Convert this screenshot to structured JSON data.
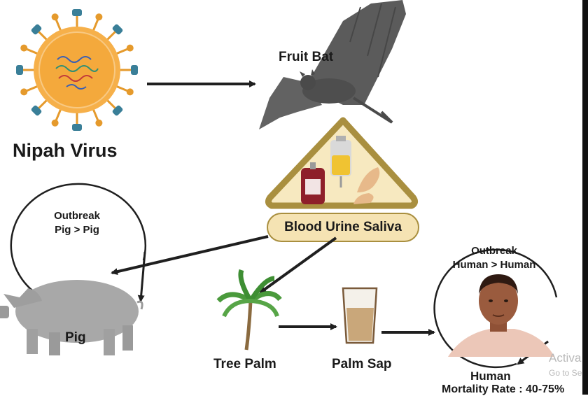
{
  "virus": {
    "label": "Nipah Virus"
  },
  "bat": {
    "label": "Fruit Bat"
  },
  "fluids": {
    "label": "Blood  Urine Saliva"
  },
  "pig": {
    "label": "Pig",
    "cycle_line1": "Outbreak",
    "cycle_line2": "Pig > Pig"
  },
  "tree": {
    "label": "Tree Palm"
  },
  "sap": {
    "label": "Palm Sap"
  },
  "human": {
    "label": "Human",
    "cycle_line1": "Outbreak",
    "cycle_line2": "Human > Human",
    "mortality": "Mortality Rate : 40-75%"
  },
  "watermark": {
    "line1": "Activa",
    "line2": "Go to Se"
  },
  "colors": {
    "virus_core": "#f4a93c",
    "spike_head": "#3a7f98",
    "triangle_fill": "#f7e9c0",
    "triangle_stroke": "#a98f3f",
    "label_pill": "#f5e3b3",
    "bat": "#5b5b5b",
    "pig": "#a8a8a8",
    "skin": "#9a5b3e",
    "sap": "#c9a77a",
    "arrow": "#1f1f1f"
  }
}
